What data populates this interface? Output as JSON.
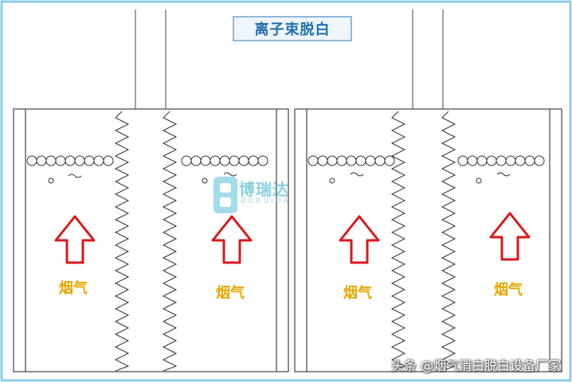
{
  "title": "离子束脱白",
  "smoke_label": "烟气",
  "watermark": {
    "text": "博瑞达",
    "sub": "BORUIDA"
  },
  "footer": "头条 @烟气消白脱白设备厂家",
  "colors": {
    "frame": "#8ecde8",
    "arrow": "#d81818",
    "text_yellow": "#e8a800",
    "title_blue": "#1f6fae"
  }
}
